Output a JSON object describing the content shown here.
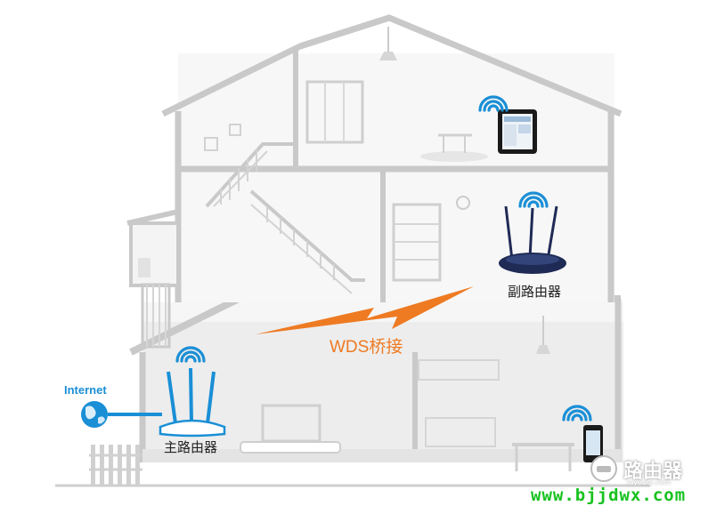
{
  "labels": {
    "internet": "Internet",
    "wds_bridge": "WDS桥接",
    "sub_router": "副路由器",
    "main_router": "主路由器"
  },
  "watermark": {
    "brand": "路由器",
    "sub": "luyouqi.com",
    "url": "www.bjjdwx.com"
  },
  "colors": {
    "wall": "#c9c9c9",
    "wifi": "#1a8fd6",
    "wds": "#ee7a22",
    "url": "#17c21f"
  }
}
